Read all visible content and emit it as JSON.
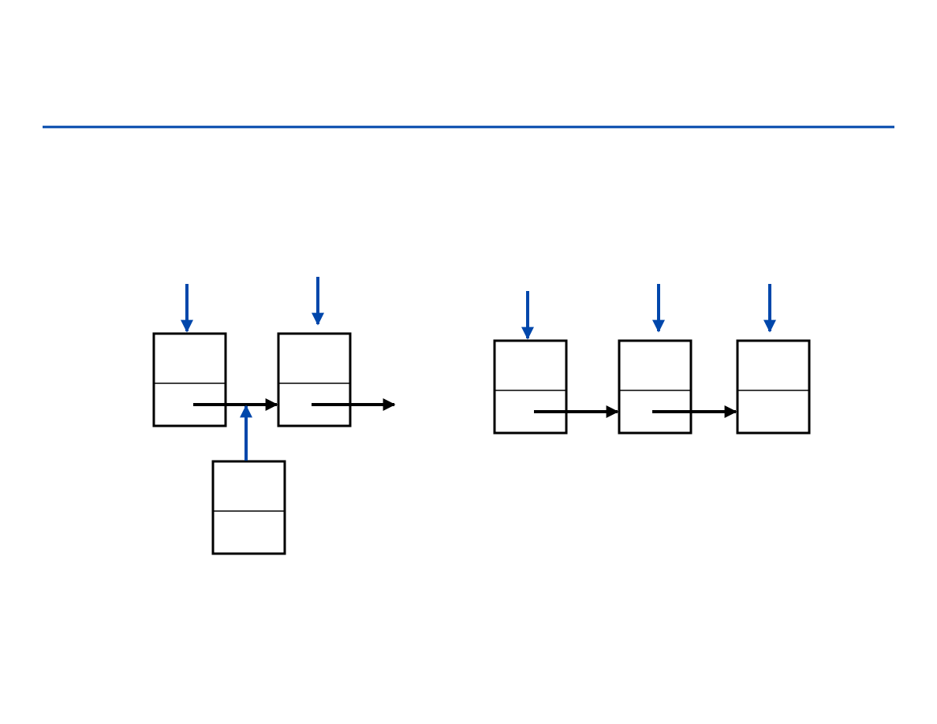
{
  "colors": {
    "background": "#ffffff",
    "accent": "#0047ab",
    "ink": "#000000"
  },
  "diagram": {
    "description_type": "linked-list-nodes",
    "left_group": {
      "nodes": 3,
      "node_ids": [
        "left-node-1",
        "left-node-2",
        "left-node-3"
      ]
    },
    "right_group": {
      "nodes": 3,
      "node_ids": [
        "right-node-1",
        "right-node-2",
        "right-node-3"
      ]
    },
    "icons": {
      "pointer_arrow": "arrow-down-icon",
      "link_arrow": "arrow-right-icon",
      "insert_arrow": "arrow-up-icon"
    }
  }
}
